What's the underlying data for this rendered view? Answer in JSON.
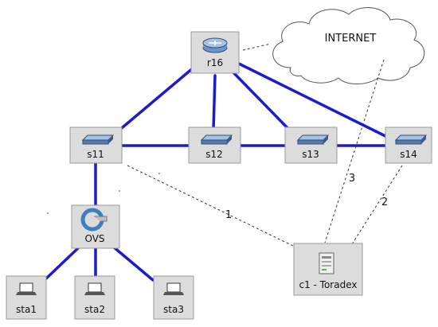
{
  "internet": {
    "label": "INTERNET"
  },
  "nodes": {
    "r16": {
      "label": "r16"
    },
    "s11": {
      "label": "s11"
    },
    "s12": {
      "label": "s12"
    },
    "s13": {
      "label": "s13"
    },
    "s14": {
      "label": "s14"
    },
    "ovs": {
      "label": "OVS"
    },
    "c1": {
      "label": "c1 - Toradex"
    },
    "sta1": {
      "label": "sta1"
    },
    "sta2": {
      "label": "sta2"
    },
    "sta3": {
      "label": "sta3"
    }
  },
  "links": {
    "label_1": "1",
    "label_2": "2",
    "label_3": "3"
  },
  "colors": {
    "link": "#1c1ccc",
    "node_bg": "#dcdcdc",
    "node_border": "#9a9a9a",
    "switch_icon": "#5b78a8",
    "router_icon": "#6f93c6",
    "ovs_icon": "#3f7fbf"
  }
}
